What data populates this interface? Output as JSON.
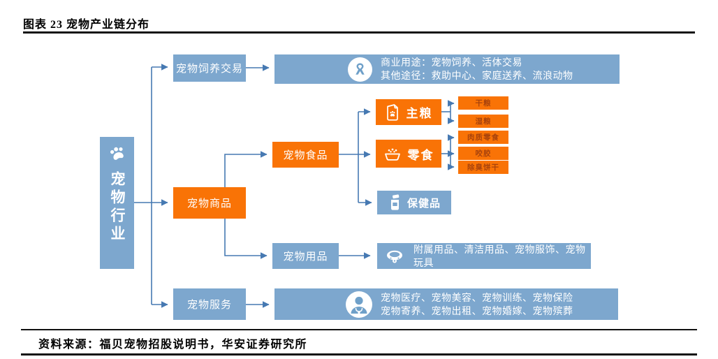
{
  "figure": {
    "title": "图表 23 宠物产业链分布",
    "source": "资料来源：福贝宠物招股说明书，华安证券研究所"
  },
  "colors": {
    "box_blue": "#7DA7CE",
    "box_orange": "#F97306",
    "connector": "#4679B2",
    "leaf_text": "#A8430D",
    "detail_text": "#FFFFFF"
  },
  "root": {
    "label": "宠物行业",
    "icon": "paw-icon"
  },
  "branches": {
    "trade": {
      "label": "宠物饲养交易",
      "detail": {
        "icon": "ribbon-icon",
        "line1": "商业用途：宠物饲养、活体交易",
        "line2": "其他途径：救助中心、家庭送养、流浪动物"
      }
    },
    "goods": {
      "label": "宠物商品",
      "food": {
        "label": "宠物食品",
        "staple": {
          "label": "主粮",
          "icon": "food-bag-icon",
          "children": [
            "干粮",
            "湿粮"
          ]
        },
        "snacks": {
          "label": "零食",
          "icon": "pet-bowl-icon",
          "children": [
            "肉质零食",
            "咬胶",
            "除臭饼干"
          ]
        },
        "health": {
          "label": "保健品",
          "icon": "medicine-bottle-icon"
        }
      },
      "supplies": {
        "label": "宠物用品",
        "detail": {
          "icon": "collar-icon",
          "text": "附属用品、清洁用品、宠物服饰、宠物玩具"
        }
      }
    },
    "services": {
      "label": "宠物服务",
      "detail": {
        "icon": "doctor-person-icon",
        "line1": "宠物医疗、宠物美容、宠物训练、宠物保险",
        "line2": "宠物寄养、宠物出租、宠物婚嫁、宠物殡葬"
      }
    }
  }
}
